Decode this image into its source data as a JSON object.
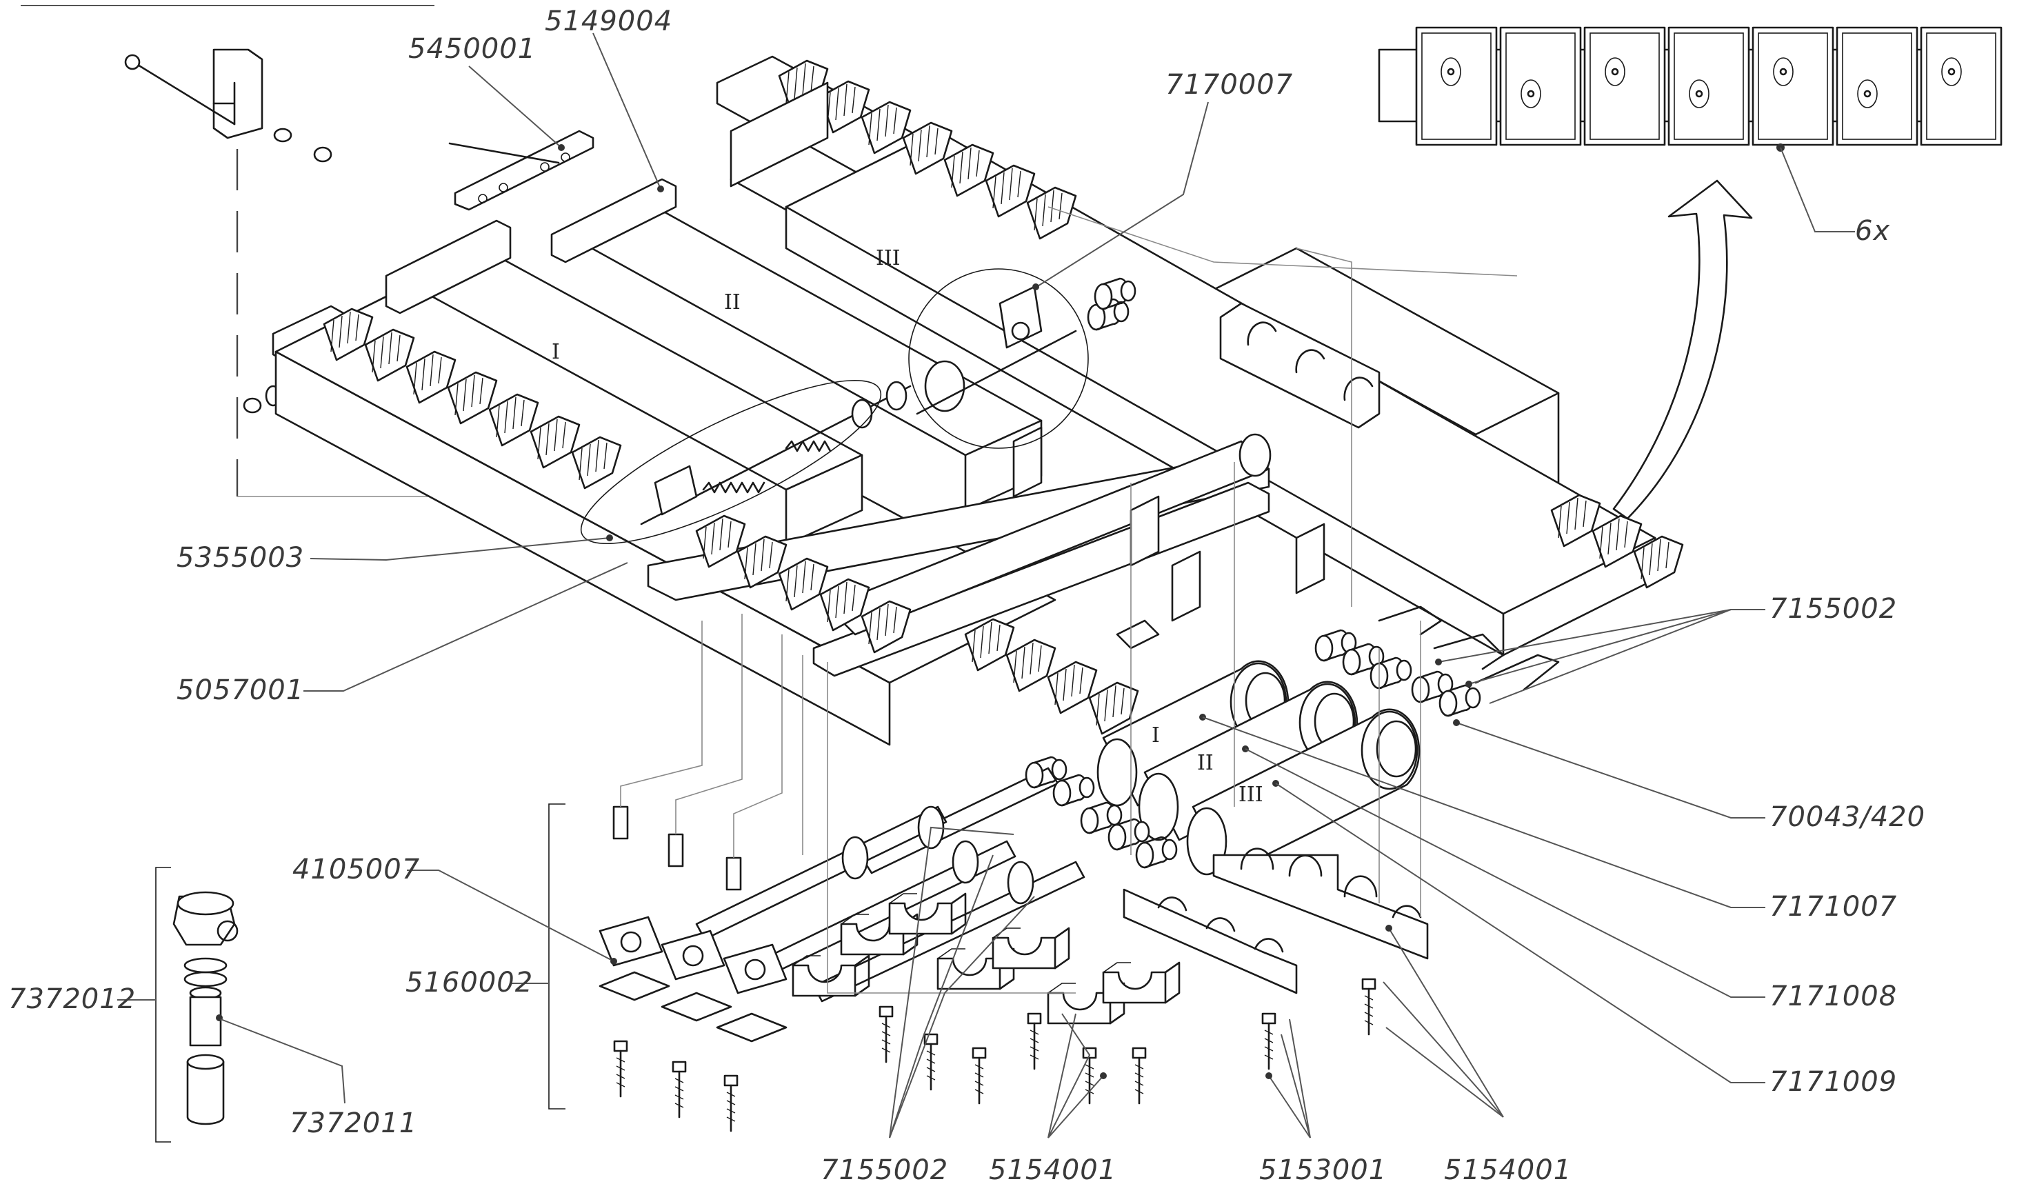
{
  "diagram": {
    "labels": {
      "p5450001": "5450001",
      "p5149004": "5149004",
      "p7170007": "7170007",
      "p6x": "6x",
      "p5355003": "5355003",
      "p5057001": "5057001",
      "p7155002_right": "7155002",
      "p70043": "70043/420",
      "p7171007": "7171007",
      "p7171008": "7171008",
      "p7171009": "7171009",
      "p4105007": "4105007",
      "p5160002": "5160002",
      "p7372012": "7372012",
      "p7372011": "7372011",
      "p7155002_bottom": "7155002",
      "p5154001_left": "5154001",
      "p5153001": "5153001",
      "p5154001_right": "5154001"
    },
    "roman": {
      "beam1": "I",
      "beam2": "II",
      "beam3": "III",
      "cyl1": "I",
      "cyl2": "II",
      "cyl3": "III"
    }
  }
}
